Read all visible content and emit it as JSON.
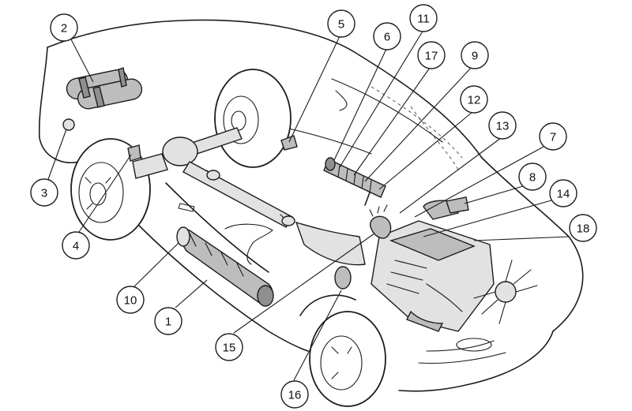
{
  "diagram": {
    "callouts": [
      {
        "label": "1"
      },
      {
        "label": "2"
      },
      {
        "label": "3"
      },
      {
        "label": "4"
      },
      {
        "label": "5"
      },
      {
        "label": "6"
      },
      {
        "label": "7"
      },
      {
        "label": "8"
      },
      {
        "label": "9"
      },
      {
        "label": "10"
      },
      {
        "label": "11"
      },
      {
        "label": "12"
      },
      {
        "label": "13"
      },
      {
        "label": "14"
      },
      {
        "label": "15"
      },
      {
        "label": "16"
      },
      {
        "label": "17"
      },
      {
        "label": "18"
      }
    ]
  }
}
